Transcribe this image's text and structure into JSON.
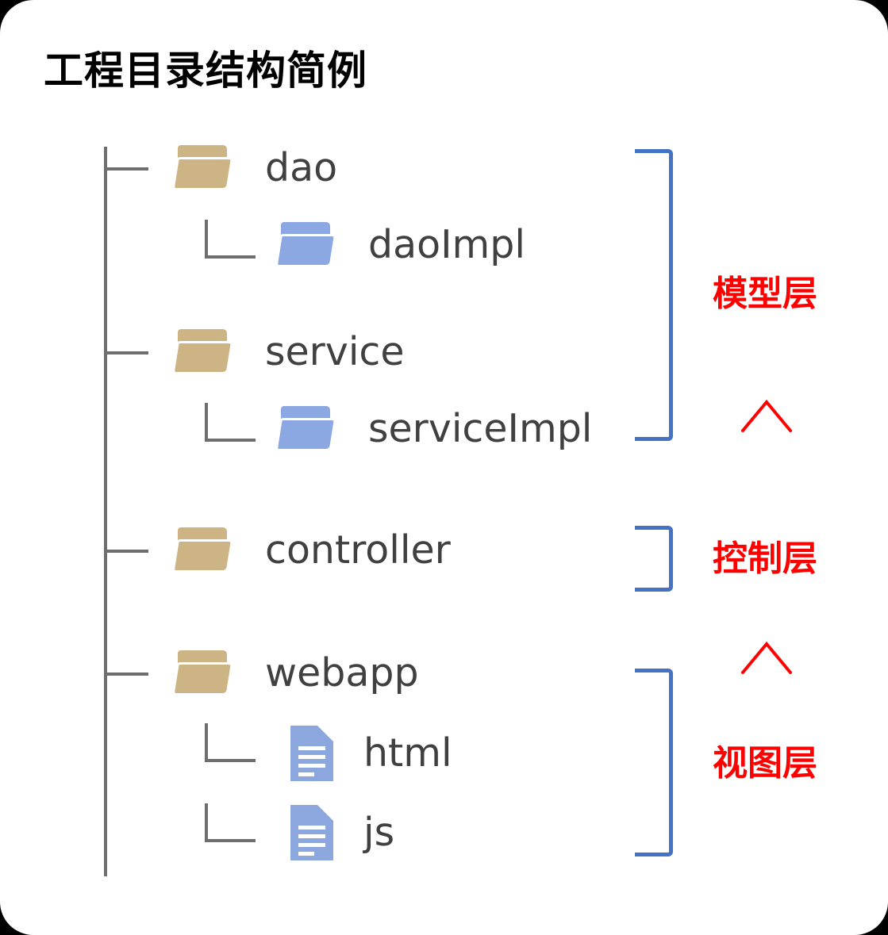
{
  "page": {
    "title": "工程目录结构简例",
    "background_color": "#000000",
    "card_color": "#ffffff"
  },
  "colors": {
    "folder_tan": "#cdb484",
    "folder_blue": "#8ca8e2",
    "file_blue": "#8ba7de",
    "tree_line": "#6e6e6e",
    "bracket_blue": "#4472c4",
    "annotation_red": "#ff0000",
    "label_text": "#404040"
  },
  "tree": {
    "nodes": [
      {
        "name": "dao",
        "icon": "folder-tan-icon",
        "depth": 1
      },
      {
        "name": "daoImpl",
        "icon": "folder-blue-icon",
        "depth": 2
      },
      {
        "name": "service",
        "icon": "folder-tan-icon",
        "depth": 1
      },
      {
        "name": "serviceImpl",
        "icon": "folder-blue-icon",
        "depth": 2
      },
      {
        "name": "controller",
        "icon": "folder-tan-icon",
        "depth": 1
      },
      {
        "name": "webapp",
        "icon": "folder-tan-icon",
        "depth": 1
      },
      {
        "name": "html",
        "icon": "file-doc-icon",
        "depth": 2
      },
      {
        "name": "js",
        "icon": "file-doc-icon",
        "depth": 2
      }
    ]
  },
  "annotations": {
    "layers": [
      {
        "label": "模型层",
        "covers": [
          "dao",
          "daoImpl",
          "service",
          "serviceImpl"
        ]
      },
      {
        "label": "控制层",
        "covers": [
          "controller"
        ]
      },
      {
        "label": "视图层",
        "covers": [
          "webapp",
          "html",
          "js"
        ]
      }
    ],
    "carets": [
      {
        "symbol": "∧",
        "between": "控制层-模型层"
      },
      {
        "symbol": "∧",
        "between": "视图层-控制层"
      }
    ]
  }
}
